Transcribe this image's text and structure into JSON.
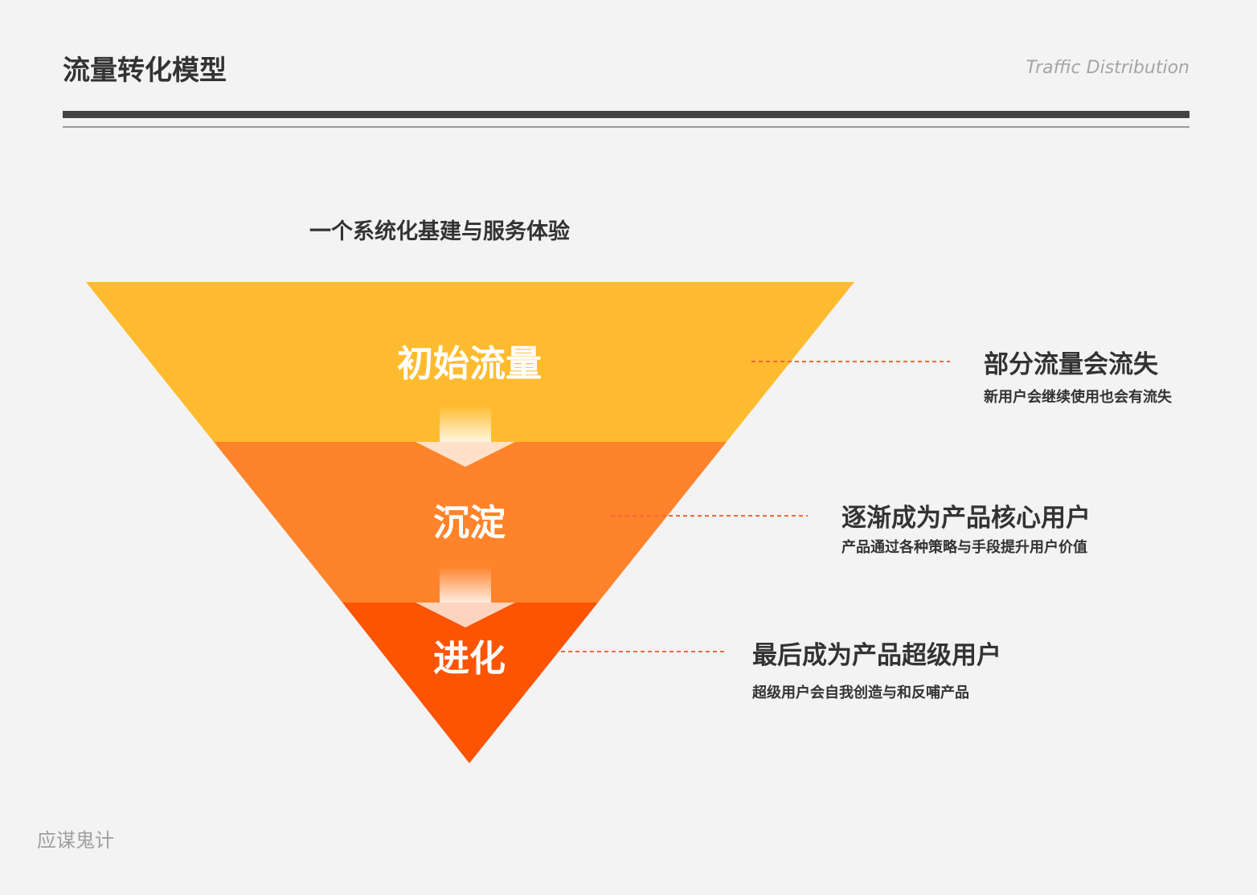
{
  "header": {
    "title": "流量转化模型",
    "title_en": "Traffic Distribution"
  },
  "diagram": {
    "subtitle": "一个系统化基建与服务体验",
    "stages": [
      {
        "label": "初始流量",
        "color": "#ffbb2f",
        "note_title": "部分流量会流失",
        "note_desc": "新用户会继续使用也会有流失"
      },
      {
        "label": "沉淀",
        "color": "#ff832b",
        "note_title": "逐渐成为产品核心用户",
        "note_desc": "产品通过各种策略与手段提升用户价值"
      },
      {
        "label": "进化",
        "color": "#fc5400",
        "note_title": "最后成为产品超级用户",
        "note_desc": "超级用户会自我创造与和反哺产品"
      }
    ],
    "connector_color": "#f2683a"
  },
  "footer": {
    "brand": "应谋鬼计"
  }
}
